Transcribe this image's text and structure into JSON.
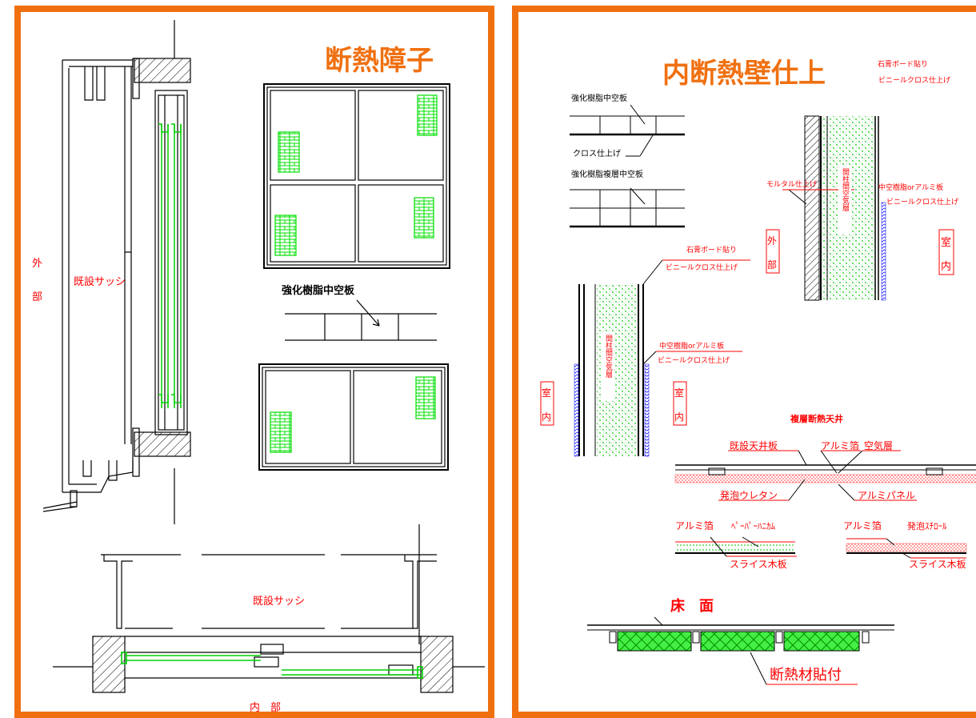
{
  "left": {
    "title": "断熱障子",
    "label_outside_1": "外",
    "label_outside_2": "部",
    "label_existing_sash": "既設サッシ",
    "label_resin_panel": "強化樹脂中空板",
    "label_existing_sash_plan": "既設サッシ",
    "label_inside": "内　部"
  },
  "right": {
    "title": "内断熱壁仕上",
    "top_panel": {
      "resin_hollow": "強化樹脂中空板",
      "cloth_finish": "クロス仕上げ",
      "resin_multi": "強化樹脂複層中空板"
    },
    "wall1": {
      "gypsum": "石膏ボード貼り",
      "vinyl_cloth": "ビニールクロス仕上げ",
      "mortar": "モルタル仕上げ",
      "hollow_or_alu": "中空樹脂orアルミ板",
      "vinyl_cloth_2": "ビニールクロス仕上げ",
      "air_layer": "間柱間空気層",
      "outside_1": "外",
      "outside_2": "部",
      "inside_1": "室",
      "inside_2": "内"
    },
    "wall2": {
      "gypsum": "石膏ボード貼り",
      "vinyl_cloth": "ビニールクロス仕上げ",
      "hollow_or_alu": "中空樹脂orアルミ板",
      "vinyl_cloth_2": "ビニールクロス仕上げ",
      "air_layer": "間柱間空気層",
      "inside_l_1": "室",
      "inside_l_2": "内",
      "inside_r_1": "室",
      "inside_r_2": "内"
    },
    "ceiling": {
      "title": "複層断熱天井",
      "existing_board": "既設天井板",
      "alu_foil": "アルミ箔",
      "air_layer": "空気層",
      "urethane": "発泡ウレタン",
      "alu_panel": "アルミパネル"
    },
    "boards": {
      "alu_foil_1": "アルミ箔",
      "paper_honeycomb": "ﾍﾟｰﾊﾟｰﾊﾆｶﾑ",
      "slice_wood_1": "スライス木板",
      "alu_foil_2": "アルミ箔",
      "styrofoam": "発泡ｽﾁﾛｰﾙ",
      "slice_wood_2": "スライス木板"
    },
    "floor": {
      "floor_surface": "床　面",
      "insulation": "断熱材貼付"
    }
  }
}
